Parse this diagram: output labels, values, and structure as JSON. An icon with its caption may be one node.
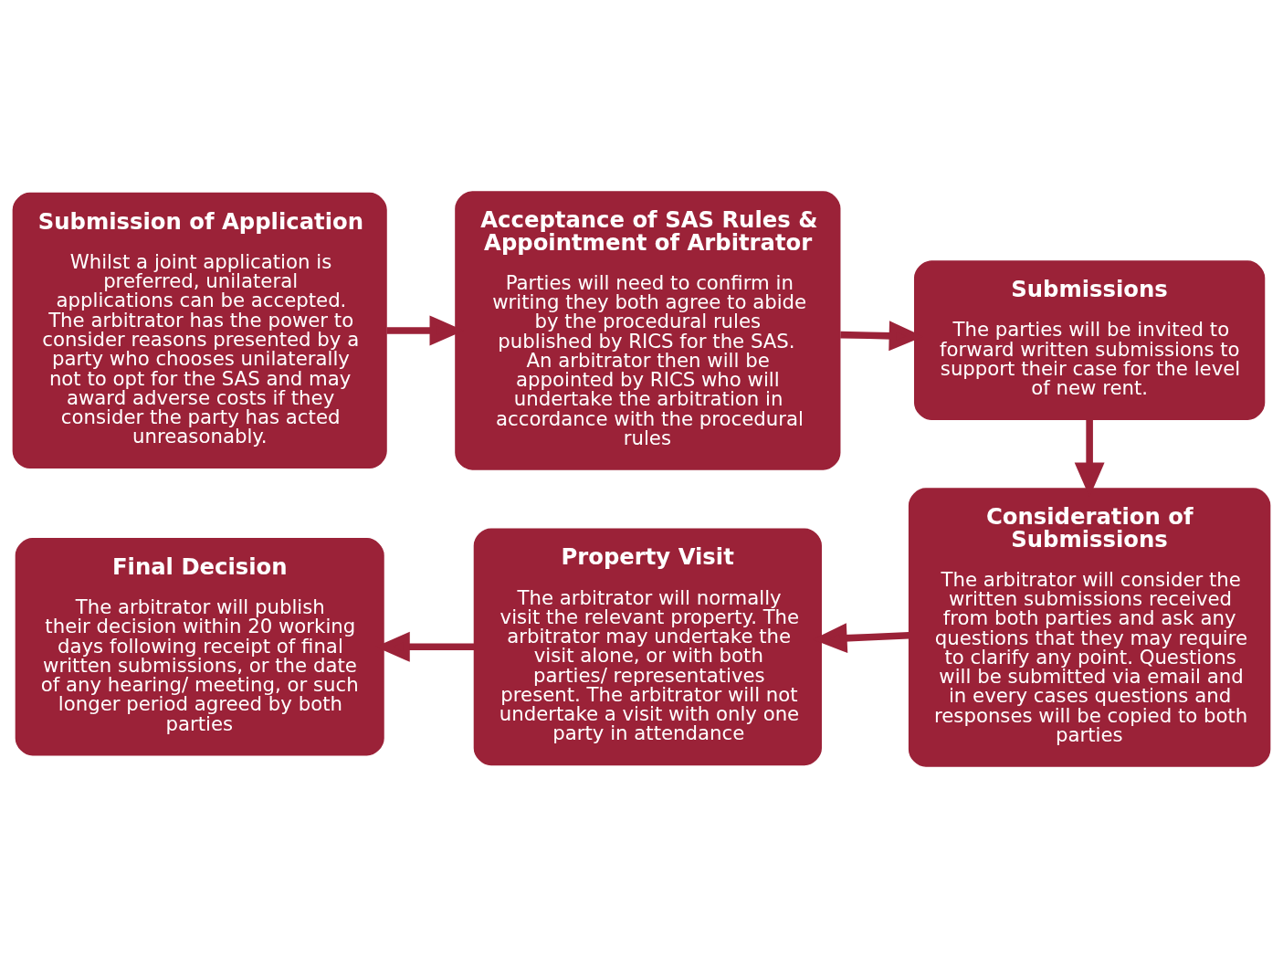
{
  "diagram": {
    "nodes": [
      {
        "text": [
          "Submission of Application",
          "Whilst a joint application is preferred, unilateral applications can be accepted. The arbitrator has the power to consider reasons presented by a party who chooses unilaterally not to opt for the SAS and may award adverse costs if they consider the party has acted unreasonably."
        ]
      },
      {
        "text": [
          "Acceptance of SAS Rules & Appointment of Arbitrator",
          "Parties will need to confirm in writing they both agree to abide by the procedural rules published by RICS for the SAS. An arbitrator then will be appointed by RICS who will undertake the arbitration in accordance with the procedural rules"
        ]
      },
      {
        "text": [
          "Submissions",
          "The parties will be invited to forward written submissions to support their case for the level of new rent."
        ]
      },
      {
        "text": [
          "Consideration of Submissions",
          "The arbitrator will consider the written submissions received from both parties and ask any questions that they may require to clarify any point. Questions will be submitted via email and in every cases questions and responses will be copied to both parties"
        ]
      },
      {
        "text": [
          "Property Visit",
          "The arbitrator will normally visit the relevant property. The arbitrator may undertake the visit alone, or with both parties/ representatives present. The arbitrator will not undertake a visit with only one party in attendance"
        ]
      },
      {
        "text": [
          "Final Decision",
          "The arbitrator will publish their decision within 20 working days following receipt of final written submissions, or the date of any hearing/ meeting, or such longer period agreed by both parties"
        ]
      }
    ],
    "edges": [
      {
        "from": 0,
        "to": 1,
        "arrow": "to"
      },
      {
        "from": 1,
        "to": 2,
        "arrow": "to"
      },
      {
        "from": 2,
        "to": 3,
        "arrow": "to"
      },
      {
        "from": 3,
        "to": 4,
        "arrow": "to"
      },
      {
        "from": 4,
        "to": 5,
        "arrow": "to"
      }
    ]
  }
}
